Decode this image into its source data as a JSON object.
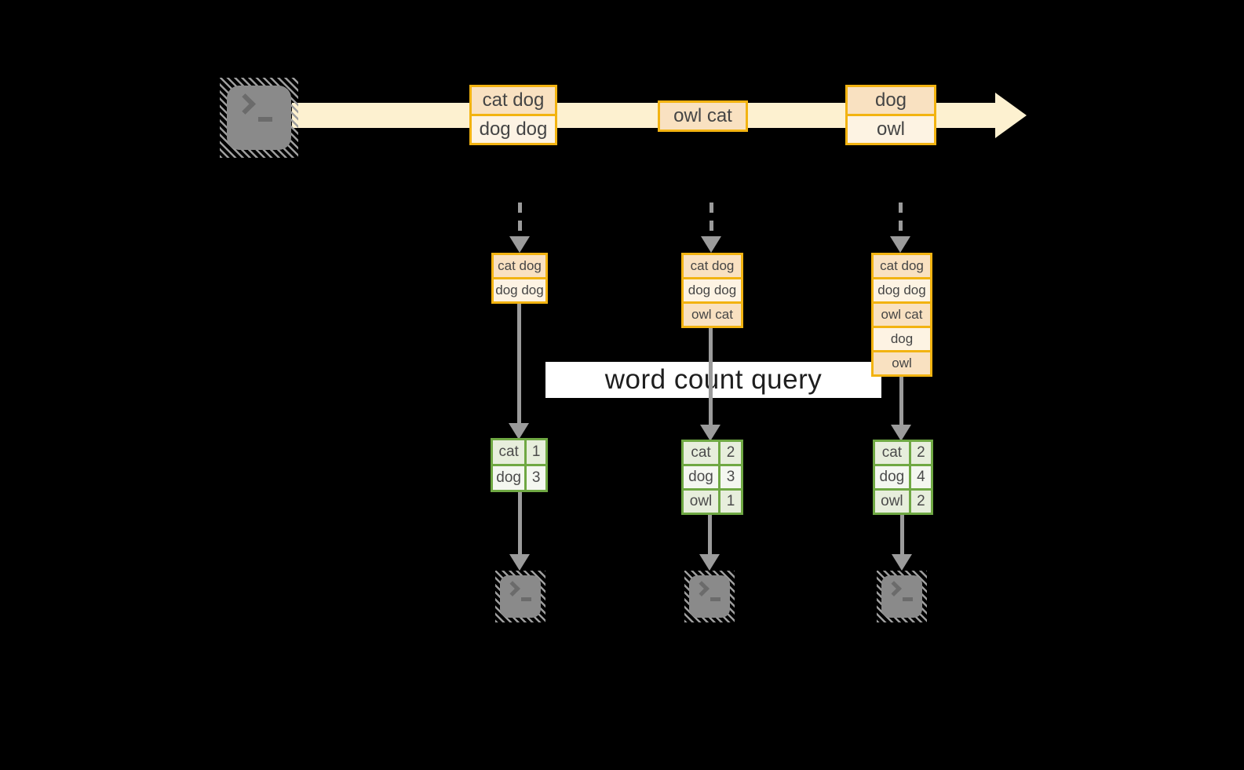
{
  "diagram": {
    "query_label": "word count query"
  },
  "stream": {
    "batches": [
      {
        "items": [
          "cat dog",
          "dog dog"
        ]
      },
      {
        "items": [
          "owl cat"
        ]
      },
      {
        "items": [
          "dog",
          "owl"
        ]
      }
    ]
  },
  "accumulated_inputs": [
    {
      "items": [
        "cat dog",
        "dog dog"
      ]
    },
    {
      "items": [
        "cat dog",
        "dog dog",
        "owl cat"
      ]
    },
    {
      "items": [
        "cat dog",
        "dog dog",
        "owl cat",
        "dog",
        "owl"
      ]
    }
  ],
  "word_counts": [
    {
      "rows": [
        {
          "word": "cat",
          "count": "1"
        },
        {
          "word": "dog",
          "count": "3"
        }
      ]
    },
    {
      "rows": [
        {
          "word": "cat",
          "count": "2"
        },
        {
          "word": "dog",
          "count": "3"
        },
        {
          "word": "owl",
          "count": "1"
        }
      ]
    },
    {
      "rows": [
        {
          "word": "cat",
          "count": "2"
        },
        {
          "word": "dog",
          "count": "4"
        },
        {
          "word": "owl",
          "count": "2"
        }
      ]
    }
  ],
  "icons": {
    "source": "terminal-icon",
    "sinks": [
      "terminal-icon",
      "terminal-icon",
      "terminal-icon"
    ]
  },
  "colors": {
    "accent_orange": "#f2b311",
    "cell_peach": "#f9e1c1",
    "cell_cream": "#fdf3e3",
    "stream_band": "#fdf1d0",
    "accent_green": "#6fa843",
    "cell_green": "#e7eedc",
    "cell_green_light": "#f4f7f0",
    "arrow_gray": "#9b9b9b",
    "terminal_gray": "#8a8a8a",
    "background": "#000000"
  }
}
